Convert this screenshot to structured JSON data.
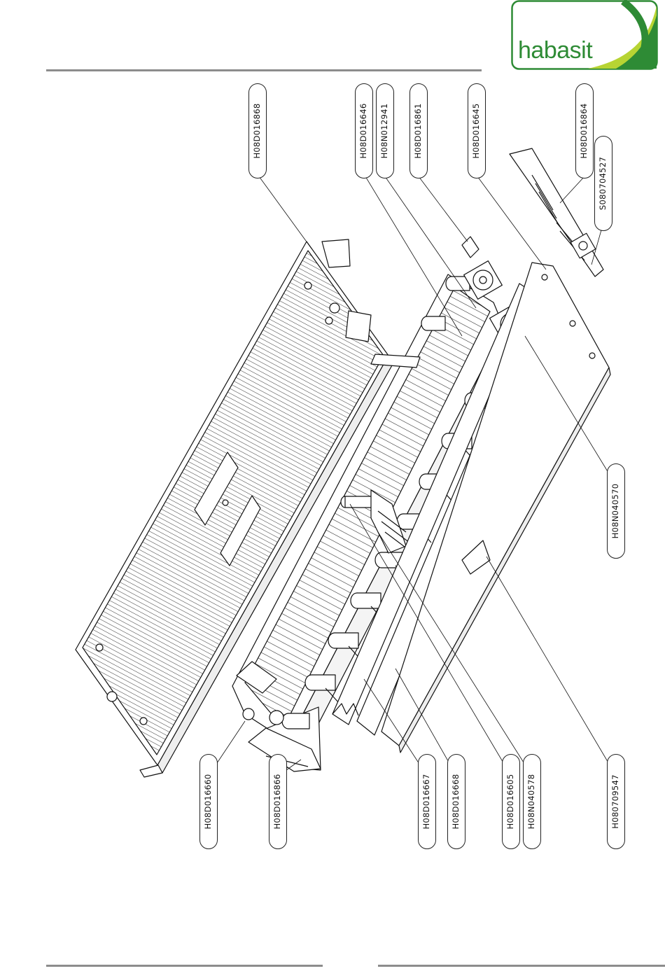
{
  "logo": {
    "text": "habasit",
    "brand_color": "#2e8b35",
    "accent_color": "#b7d433"
  },
  "part_numbers": {
    "top": [
      "H08D016868",
      "H08D016646",
      "H08N012941",
      "H08D016861",
      "H08D016645",
      "H08D016864",
      "S080704527"
    ],
    "right": "H08N040570",
    "bottom": [
      "H08D016660",
      "H08D016866",
      "H08D016667",
      "H08D016668",
      "H08D016605",
      "H08N040578",
      "H080709547"
    ]
  }
}
